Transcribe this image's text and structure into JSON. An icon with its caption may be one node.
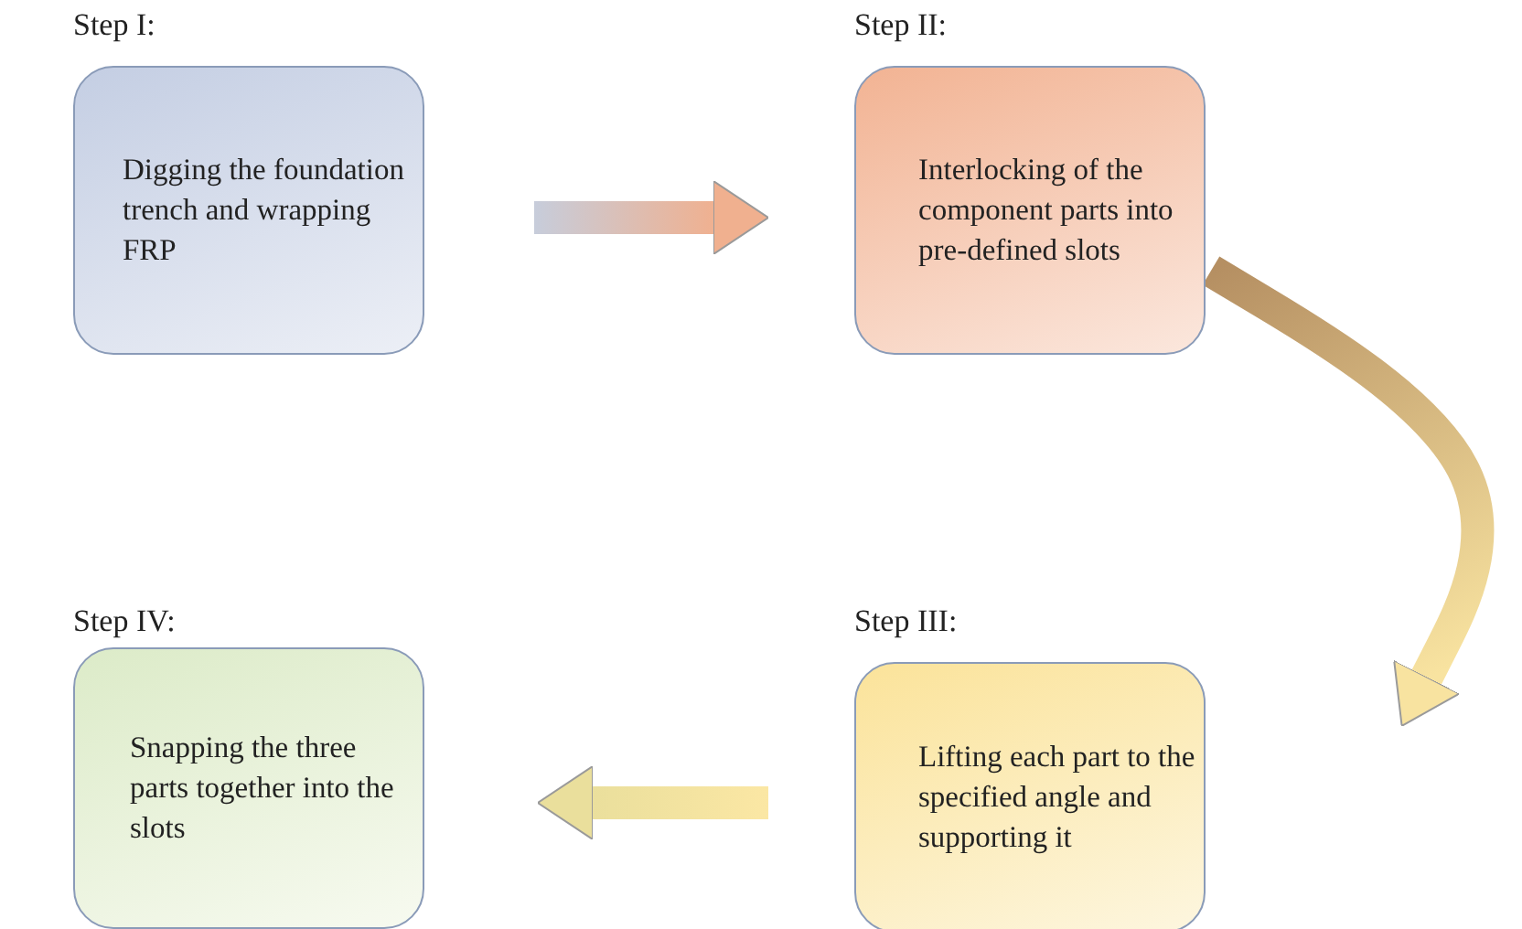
{
  "diagram": {
    "nodes": [
      {
        "text": [
          "Step I:",
          "Digging the foundation trench and wrapping FRP"
        ]
      },
      {
        "text": [
          "Step II:",
          "Interlocking of the component parts into pre-defined slots"
        ]
      },
      {
        "text": [
          "Step III:",
          "Lifting each part to the specified angle and supporting it"
        ]
      },
      {
        "text": [
          "Step IV:",
          "Snapping the three parts together into the slots"
        ]
      }
    ],
    "edges": [
      {
        "from": 0,
        "to": 1,
        "arrow": "to"
      },
      {
        "from": 1,
        "to": 2,
        "arrow": "to"
      },
      {
        "from": 2,
        "to": 3,
        "arrow": "to"
      }
    ]
  }
}
